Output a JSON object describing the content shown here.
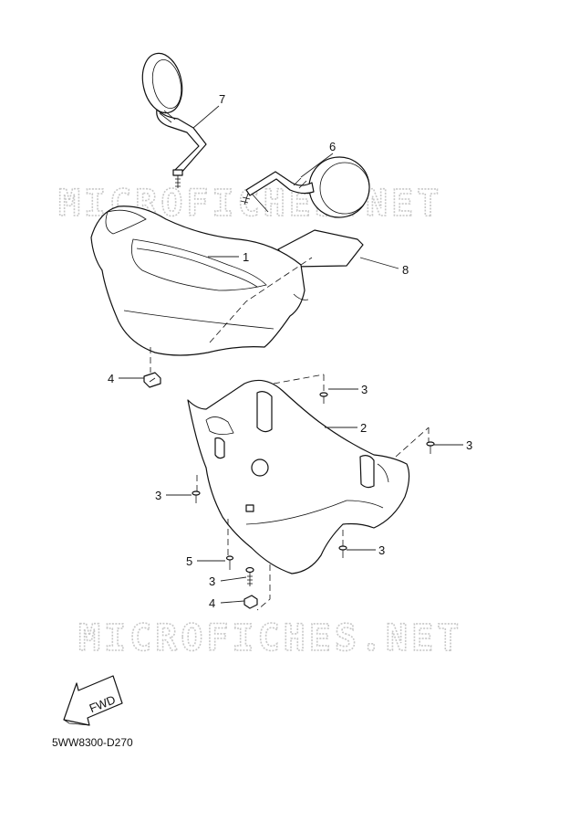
{
  "watermark": {
    "text": "MICROFICHES.NET"
  },
  "diagram_code": "5WW8300-D270",
  "fwd_arrow": {
    "label": "FWD"
  },
  "callouts": [
    {
      "id": "mirror-left",
      "number": "7"
    },
    {
      "id": "mirror-right",
      "number": "6"
    },
    {
      "id": "front-cover",
      "number": "1"
    },
    {
      "id": "emblem",
      "number": "8"
    },
    {
      "id": "nut-left",
      "number": "4"
    },
    {
      "id": "screw-a",
      "number": "3"
    },
    {
      "id": "rear-cover",
      "number": "2"
    },
    {
      "id": "screw-b",
      "number": "3"
    },
    {
      "id": "screw-c",
      "number": "3"
    },
    {
      "id": "screw-d",
      "number": "3"
    },
    {
      "id": "screw-e",
      "number": "5"
    },
    {
      "id": "screw-f",
      "number": "3"
    },
    {
      "id": "nut-bottom",
      "number": "4"
    }
  ]
}
